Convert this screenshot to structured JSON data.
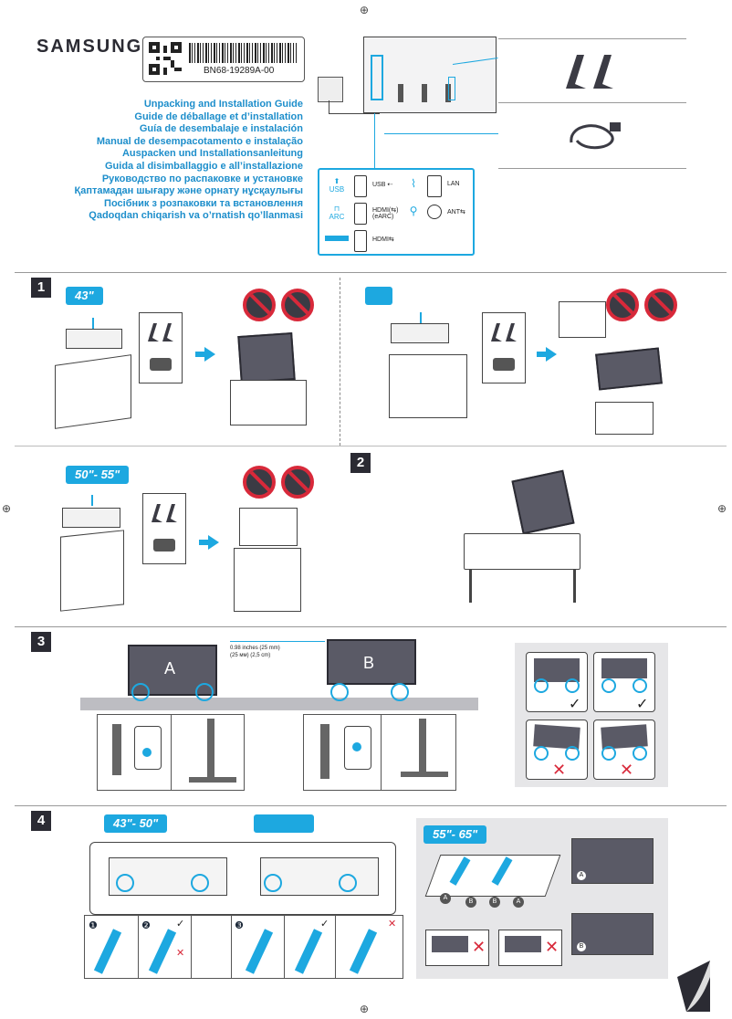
{
  "brand": "SAMSUNG",
  "label": {
    "code": "BN68-19289A-00"
  },
  "titles": [
    "Unpacking and Installation Guide",
    "Guide de déballage et d’installation",
    "Guía de desembalaje e instalación",
    "Manual de desempacotamento e instalação",
    "Auspacken und Installationsanleitung",
    "Guida al disimballaggio e all’installazione",
    "Руководство по распаковке и установке",
    "Қаптамадан шығару және орнату нұсқаулығы",
    "Посібник з розпаковки та встановлення",
    "Qadoqdan chiqarish va o’rnatish qo’llanmasi"
  ],
  "ports": {
    "usb_icon": "USB",
    "usb_label": "USB ⇠",
    "lan_label": "LAN",
    "arc_icon": "ARC",
    "hdmi_earc_label": "HDMI(⇆)\n(eARC)",
    "ant_label": "ANT⇆",
    "hdmi_label": "HDMI⇆"
  },
  "steps": {
    "s1": "1",
    "s2": "2",
    "s3": "3",
    "s4": "4"
  },
  "sizes": {
    "s1a": "43\"",
    "s1c": "50\"- 55\"",
    "s4a": "43\"- 50\"",
    "s4c": "55\"- 65\""
  },
  "step3": {
    "a": "A",
    "b": "B",
    "measure": "0.98 inches (25 mm)\n(25 мм) (2,5 cm)"
  },
  "step4": {
    "sub1": "❶",
    "sub2": "❷",
    "sub3": "❸",
    "a": "A",
    "b": "B"
  },
  "colors": {
    "accent": "#1da8e0",
    "title": "#1d8ecb",
    "warn": "#d8293a",
    "dark": "#2b2b33"
  }
}
